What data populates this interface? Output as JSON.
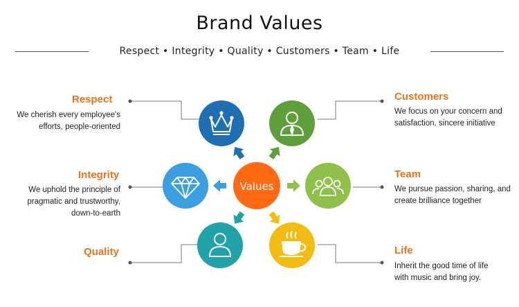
{
  "title": "Brand Values",
  "subtitle": "Respect • Integrity • Quality • Customers • Team • Life",
  "center": {
    "label": "Values",
    "color": "#ff6a13"
  },
  "values": {
    "respect": {
      "title": "Respect",
      "desc_1": "We cherish every employee's",
      "desc_2": "efforts, people-oriented",
      "icon": "crown-icon",
      "color": "#1f6eb4"
    },
    "integrity": {
      "title": "Integrity",
      "desc_1": "We uphold the principle of",
      "desc_2": "pragmatic and trustworthy,",
      "desc_3": "down-to-earth",
      "icon": "diamond-icon",
      "color": "#3a9ee0"
    },
    "quality": {
      "title": "Quality",
      "icon": "person-icon",
      "color": "#1fa3a9"
    },
    "customers": {
      "title": "Customers",
      "desc_1": "We focus on your concern and",
      "desc_2": "satisfaction, sincere initiative",
      "icon": "business-person-icon",
      "color": "#5e9e3b"
    },
    "team": {
      "title": "Team",
      "desc_1": "We pursue passion, sharing, and",
      "desc_2": "create brilliance together",
      "icon": "group-icon",
      "color": "#8fc04a"
    },
    "life": {
      "title": "Life",
      "desc_1": "Inherit the good time of life",
      "desc_2": "with music and bring joy.",
      "icon": "coffee-cup-icon",
      "color": "#f2bc13"
    }
  }
}
